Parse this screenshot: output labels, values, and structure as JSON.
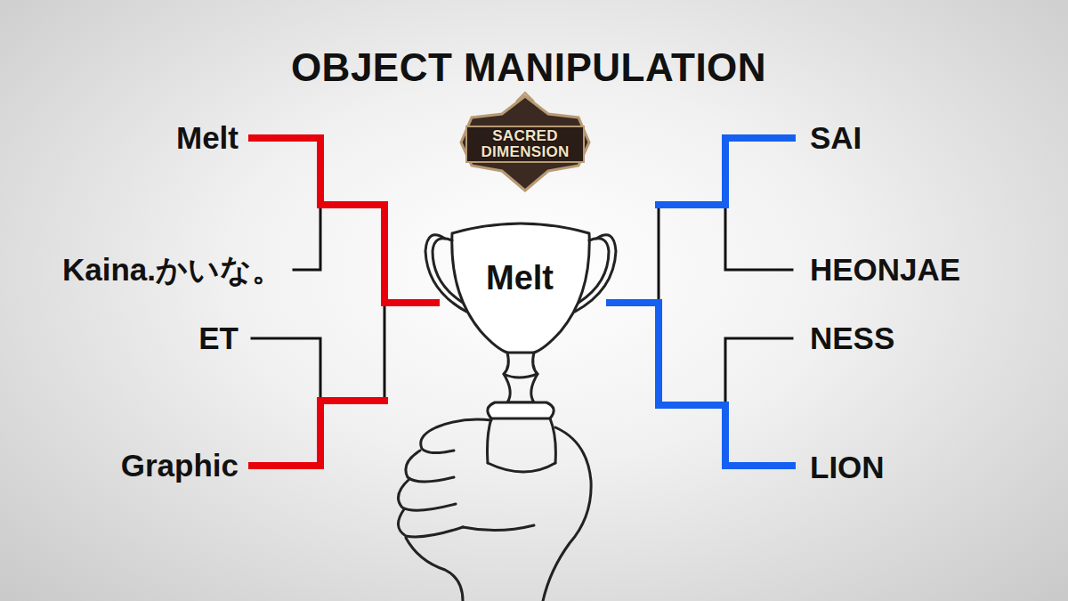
{
  "diagram": {
    "title": "OBJECT MANIPULATION",
    "labels": [
      "SACRED DIMENSION",
      "Melt",
      "Kaina.かいな。",
      "ET",
      "Graphic",
      "SAI",
      "HEONJAE",
      "NESS",
      "LION",
      "Melt"
    ]
  }
}
